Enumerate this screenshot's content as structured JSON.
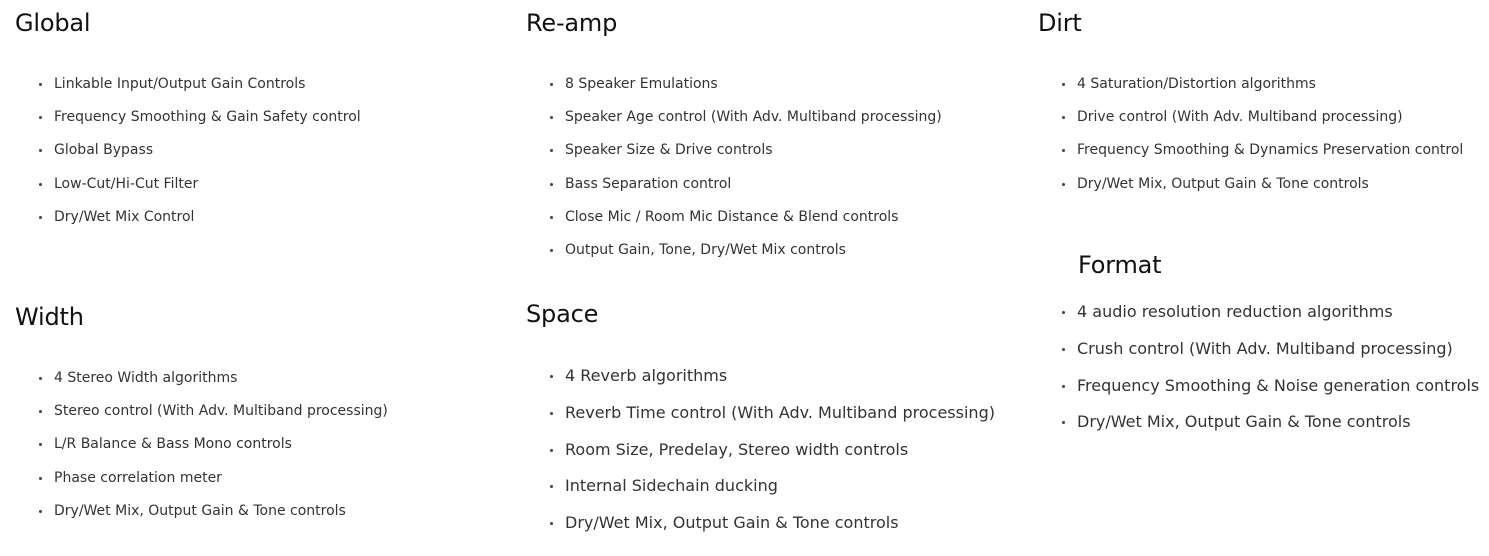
{
  "sections": {
    "global": {
      "title": "Global",
      "items": [
        "Linkable Input/Output Gain Controls",
        "Frequency Smoothing & Gain Safety control",
        "Global Bypass",
        "Low-Cut/Hi-Cut Filter",
        "Dry/Wet Mix Control"
      ]
    },
    "width": {
      "title": "Width",
      "items": [
        "4 Stereo Width algorithms",
        "Stereo control (With Adv. Multiband processing)",
        "L/R Balance & Bass Mono controls",
        "Phase correlation meter",
        "Dry/Wet Mix, Output Gain & Tone controls"
      ]
    },
    "reamp": {
      "title": "Re-amp",
      "items": [
        "8 Speaker Emulations",
        "Speaker Age control (With Adv. Multiband processing)",
        "Speaker Size & Drive controls",
        "Bass Separation control",
        "Close Mic / Room Mic Distance & Blend controls",
        "Output Gain, Tone, Dry/Wet Mix controls"
      ]
    },
    "space": {
      "title": "Space",
      "items": [
        "4 Reverb algorithms",
        "Reverb Time control (With Adv. Multiband processing)",
        "Room Size, Predelay, Stereo width controls",
        "Internal Sidechain ducking",
        "Dry/Wet Mix, Output Gain & Tone controls"
      ]
    },
    "dirt": {
      "title": "Dirt",
      "items": [
        "4 Saturation/Distortion algorithms",
        "Drive control (With Adv. Multiband processing)",
        "Frequency Smoothing & Dynamics Preservation control",
        "Dry/Wet Mix, Output Gain & Tone controls"
      ]
    },
    "format": {
      "title": "Format",
      "items": [
        "4 audio resolution reduction algorithms",
        "Crush control (With Adv. Multiband processing)",
        "Frequency Smoothing & Noise generation controls",
        "Dry/Wet Mix, Output Gain & Tone controls"
      ]
    }
  }
}
